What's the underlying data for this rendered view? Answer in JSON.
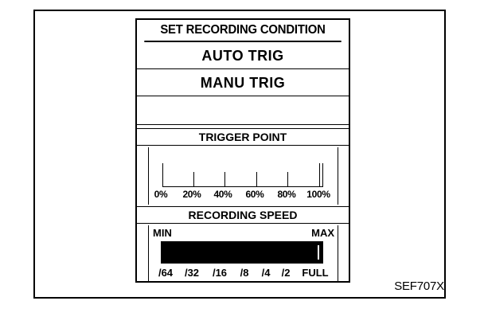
{
  "title": "SET RECORDING CONDITION",
  "buttons": {
    "auto_trig": "AUTO TRIG",
    "manu_trig": "MANU TRIG"
  },
  "trigger_point": {
    "heading": "TRIGGER POINT",
    "scale_labels": [
      "0%",
      "20%",
      "40%",
      "60%",
      "80%",
      "100%"
    ]
  },
  "recording_speed": {
    "heading": "RECORDING SPEED",
    "min_label": "MIN",
    "max_label": "MAX",
    "scale_labels": [
      "/64",
      "/32",
      "/16",
      "/8",
      "/4",
      "/2",
      "FULL"
    ],
    "level_fraction": 1.0
  },
  "figure_code": "SEF707X",
  "colors": {
    "foreground": "#000000",
    "background": "#ffffff"
  }
}
